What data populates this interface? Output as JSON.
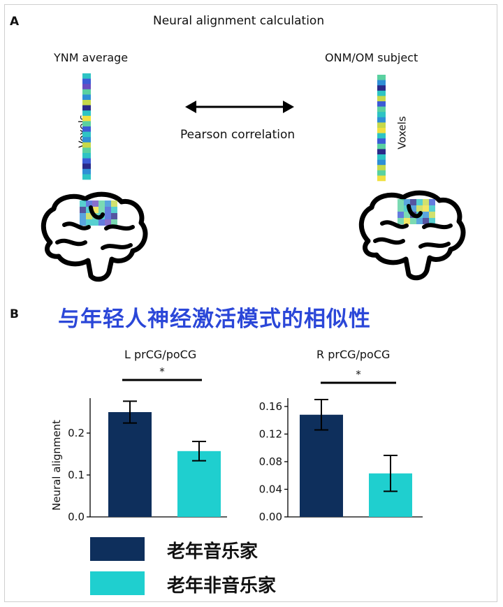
{
  "panel_a": {
    "label": "A",
    "title": "Neural alignment calculation",
    "left_label": "YNM average",
    "right_label": "ONM/OM subject",
    "voxels_label": "Voxels",
    "relation_label": "Pearson correlation"
  },
  "panel_b": {
    "label": "B",
    "chinese_title": "与年轻人神经激活模式的相似性"
  },
  "colors": {
    "older_musicians": "#0e2f5c",
    "older_non_musicians": "#1fcfcf",
    "title_blue": "#2b47d8"
  },
  "legend": {
    "older_musicians": "老年音乐家",
    "older_non_musicians": "老年非音乐家"
  },
  "chart_data": [
    {
      "type": "bar",
      "title": "L prCG/poCG",
      "ylabel": "Neural alignment",
      "xlabel": "",
      "ylim": [
        0,
        0.28
      ],
      "yticks": [
        "0.0",
        "0.1",
        "0.2"
      ],
      "yticks_values": [
        0,
        0.1,
        0.2
      ],
      "categories": [
        "老年音乐家",
        "老年非音乐家"
      ],
      "values": [
        0.25,
        0.157
      ],
      "errors": [
        0.026,
        0.023
      ],
      "significance": "*"
    },
    {
      "type": "bar",
      "title": "R prCG/poCG",
      "ylabel": "",
      "xlabel": "",
      "ylim": [
        0,
        0.17
      ],
      "yticks": [
        "0.00",
        "0.04",
        "0.08",
        "0.12",
        "0.16"
      ],
      "yticks_values": [
        0,
        0.04,
        0.08,
        0.12,
        0.16
      ],
      "categories": [
        "老年音乐家",
        "老年非音乐家"
      ],
      "values": [
        0.148,
        0.063
      ],
      "errors": [
        0.022,
        0.026
      ],
      "significance": "*"
    }
  ]
}
